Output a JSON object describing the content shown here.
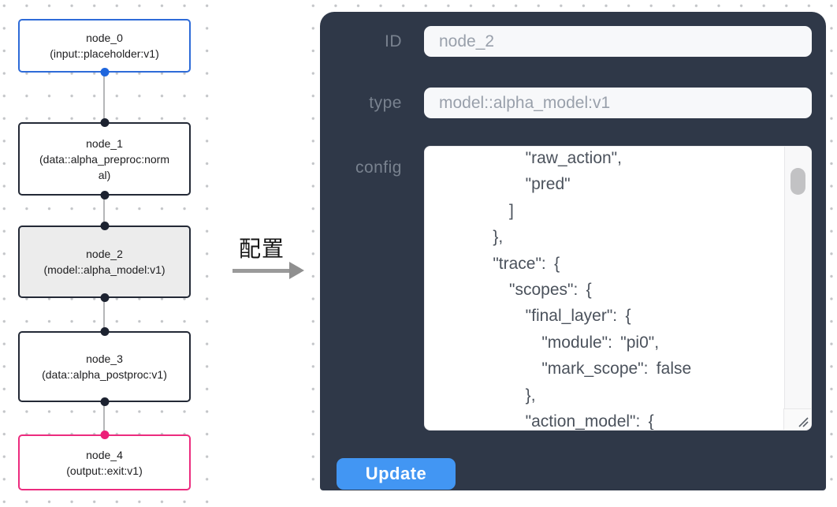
{
  "flow": {
    "nodes": [
      {
        "title": "node_0",
        "subtitle": "(input::placeholder:v1)",
        "kind": "input"
      },
      {
        "title": "node_1",
        "subtitle": "(data::alpha_preproc:normal)",
        "kind": "default"
      },
      {
        "title": "node_2",
        "subtitle": "(model::alpha_model:v1)",
        "kind": "selected"
      },
      {
        "title": "node_3",
        "subtitle": "(data::alpha_postproc:v1)",
        "kind": "default"
      },
      {
        "title": "node_4",
        "subtitle": "(output::exit:v1)",
        "kind": "output"
      }
    ]
  },
  "annotation": {
    "label": "配置"
  },
  "panel": {
    "id_label": "ID",
    "id_value": "node_2",
    "type_label": "type",
    "type_value": "model::alpha_model:v1",
    "config_label": "config",
    "config_lines": [
      "        \"raw_action\",",
      "        \"pred\"",
      "      ]",
      "    },",
      "    \"trace\": {",
      "      \"scopes\": {",
      "        \"final_layer\": {",
      "          \"module\": \"pi0\",",
      "          \"mark_scope\": false",
      "        },",
      "        \"action_model\": {"
    ],
    "update_label": "Update"
  },
  "colors": {
    "panel_bg": "#2f3848",
    "button_bg": "#4296f3",
    "input_node_border": "#2e6bd8",
    "output_node_border": "#ec2b7e",
    "default_node_border": "#232936",
    "selected_node_bg": "#ececec",
    "handle_default": "#1c2230",
    "handle_source_blue": "#1f66dd",
    "handle_target_pink": "#ec1f78",
    "field_bg": "#f7f8fa",
    "field_text": "#99a0ab",
    "config_text": "#4b525c",
    "canvas_dot": "#c3c5c8",
    "edge_line": "#b5b6b8"
  }
}
